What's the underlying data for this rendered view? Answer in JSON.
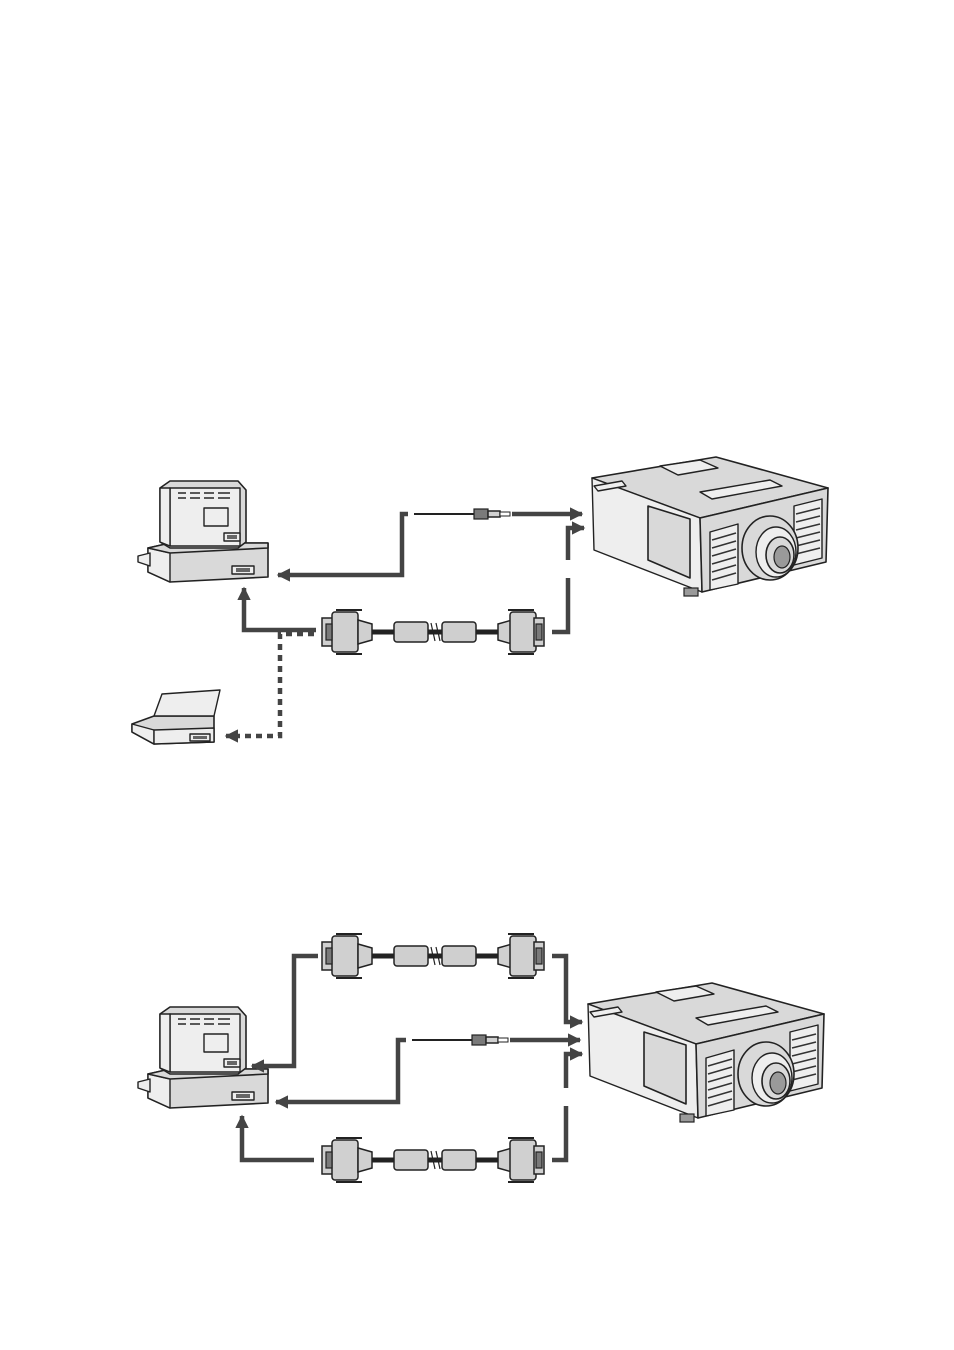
{
  "page": {
    "background": "#ffffff"
  },
  "colors": {
    "device_fill": "#d9d9d9",
    "cable": "#444444",
    "outline": "#222222"
  },
  "diagrams": [
    {
      "id": "diagram-1",
      "devices": [
        "desktop-computer",
        "laptop-computer",
        "projector"
      ],
      "cables": [
        "audio-cable",
        "vga-cable",
        "laptop-vga-dashed"
      ]
    },
    {
      "id": "diagram-2",
      "devices": [
        "desktop-computer",
        "projector"
      ],
      "cables": [
        "vga-cable-upper",
        "audio-cable",
        "vga-cable-lower"
      ]
    }
  ]
}
